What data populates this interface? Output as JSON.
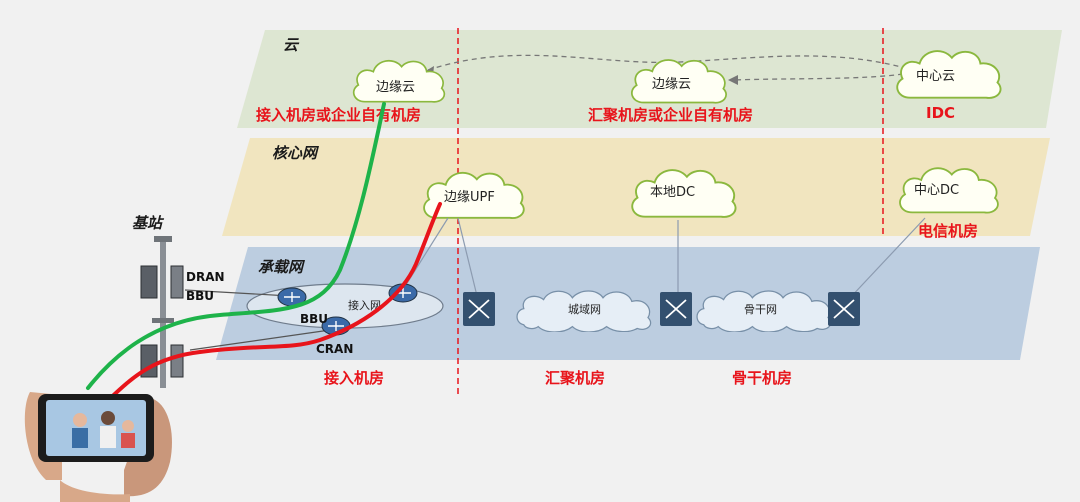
{
  "layers": {
    "cloud": {
      "title": "云",
      "color": "#dde6d2",
      "rooms": [
        "接入机房或企业自有机房",
        "汇聚机房或企业自有机房",
        "IDC"
      ]
    },
    "core": {
      "title": "核心网",
      "color": "#f1e5bf",
      "rooms": [
        "电信机房"
      ]
    },
    "bearer": {
      "title": "承载网",
      "color": "#bccde0",
      "rooms": [
        "接入机房",
        "汇聚机房",
        "骨干机房"
      ]
    }
  },
  "clouds": {
    "edge_cloud_access": "边缘云",
    "edge_cloud_agg": "边缘云",
    "center_cloud": "中心云",
    "edge_upf": "边缘UPF",
    "local_dc": "本地DC",
    "center_dc": "中心DC",
    "access_net": "接入网",
    "metro_net": "城域网",
    "backbone_net": "骨干网"
  },
  "base_station": {
    "title": "基站",
    "dran": "DRAN",
    "bbu1": "BBU",
    "bbu2": "BBU",
    "cran": "CRAN"
  },
  "colors": {
    "green_path": "#1eb34a",
    "red_path": "#e8141b",
    "divider": "#e8141b",
    "cloud_stroke": "#8bb83e",
    "router_fill": "#3b6aa8",
    "switch_fill": "#33506f"
  },
  "icons": {
    "router": "router-icon",
    "switch": "switch-icon",
    "server": "server-icon",
    "phone": "smartphone-icon"
  }
}
